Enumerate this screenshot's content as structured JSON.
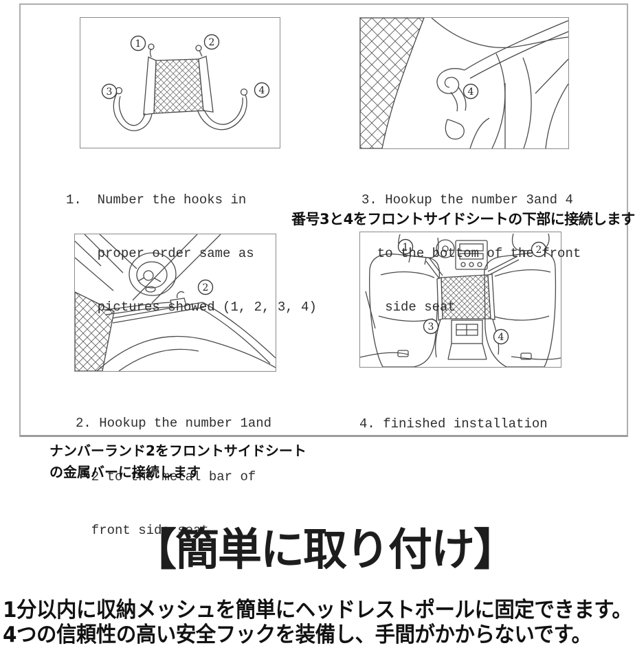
{
  "sheet": {
    "panels": [
      {
        "step": "1",
        "illustration": "net-with-four-hooks",
        "caption_lines": [
          "1.  Number the hooks in",
          "    proper order same as",
          "    pictures showed (1, 2, 3, 4)"
        ],
        "hook_labels": [
          "1",
          "2",
          "3",
          "4"
        ]
      },
      {
        "step": "3",
        "illustration": "hook-under-front-seat",
        "caption_lines": [
          "3. Hookup the number 3and 4",
          "  to the bottom of the front",
          "   side seat"
        ],
        "hook_labels": [
          "4"
        ],
        "caption_jp": "番号3と4をフロントサイドシートの下部に接続します"
      },
      {
        "step": "2",
        "illustration": "hook-on-metal-bar",
        "caption_lines": [
          "2. Hookup the number 1and",
          "  2 to the metal bar of",
          "  front side seat"
        ],
        "hook_labels": [
          "2"
        ],
        "caption_jp_lines": [
          "ナンバーランド2をフロントサイドシート",
          "の金属バーに接続します"
        ]
      },
      {
        "step": "4",
        "illustration": "finished-installation",
        "caption_lines": [
          "4. finished installation"
        ],
        "hook_labels": [
          "1",
          "2",
          "3",
          "4"
        ]
      }
    ]
  },
  "footer": {
    "heading": "【簡単に取り付け】",
    "body_lines": [
      "1分以内に収納メッシュを簡単にヘッドレストポールに固定できます。",
      "4つの信頼性の高い安全フックを装備し、手間がかからないです。"
    ]
  },
  "colors": {
    "ink": "#101010",
    "line_art": "#4a4a4a",
    "sheet_border": "#adadad"
  }
}
